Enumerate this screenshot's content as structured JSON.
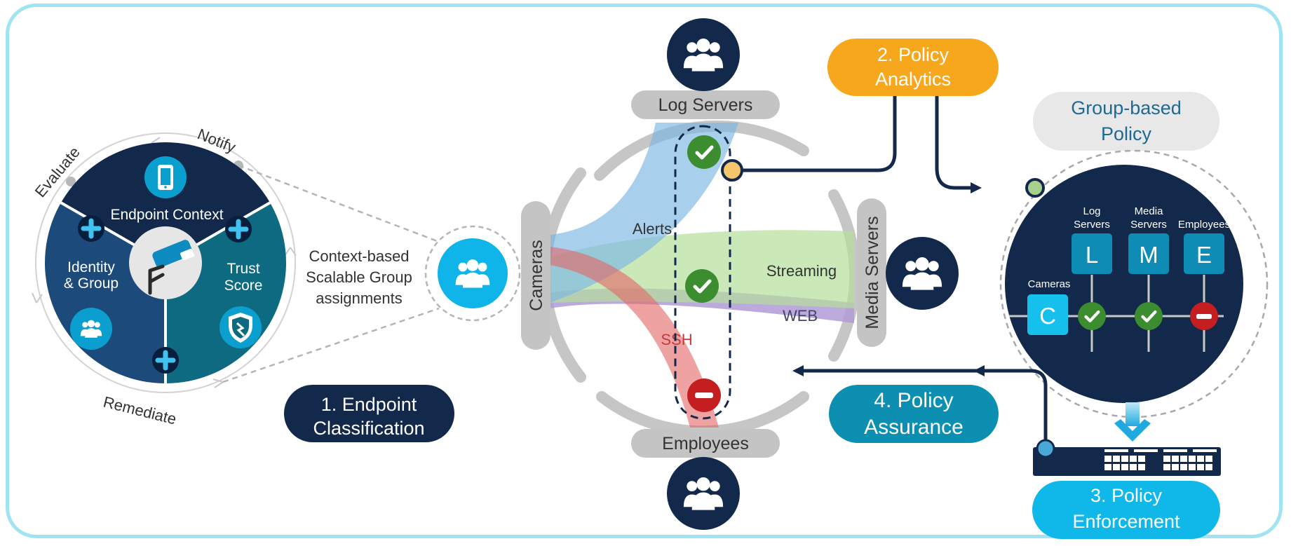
{
  "lifecycle": {
    "evaluate": "Evaluate",
    "notify": "Notify",
    "remediate": "Remediate",
    "endpoint_context": "Endpoint Context",
    "identity_group": [
      "Identity",
      "& Group"
    ],
    "trust_score": [
      "Trust",
      "Score"
    ]
  },
  "context_text": [
    "Context-based",
    "Scalable Group",
    "assignments"
  ],
  "steps": {
    "endpoint_classification": [
      "1. Endpoint",
      "Classification"
    ],
    "policy_analytics": [
      "2. Policy",
      "Analytics"
    ],
    "policy_enforcement": [
      "3. Policy",
      "Enforcement"
    ],
    "policy_assurance": [
      "4. Policy",
      "Assurance"
    ]
  },
  "groups": {
    "log_servers": "Log Servers",
    "employees": "Employees",
    "cameras": "Cameras",
    "media_servers": "Media Servers"
  },
  "flows": {
    "alerts": "Alerts",
    "streaming": "Streaming",
    "web": "WEB",
    "ssh": "SSH"
  },
  "group_policy": {
    "title": [
      "Group-based",
      "Policy"
    ],
    "col_headers": [
      [
        "Log",
        "Servers"
      ],
      [
        "Media",
        "Servers"
      ],
      [
        "Employees"
      ]
    ],
    "row_header": "Cameras",
    "col_letters": [
      "L",
      "M",
      "E"
    ],
    "row_letter": "C"
  },
  "colors": {
    "navy": "#13294b",
    "teal": "#0d6a80",
    "cyan": "#00bceb",
    "orange": "#f6a71c",
    "green": "#3c8c30",
    "red": "#c41e20",
    "gray": "#c6c6c6"
  }
}
